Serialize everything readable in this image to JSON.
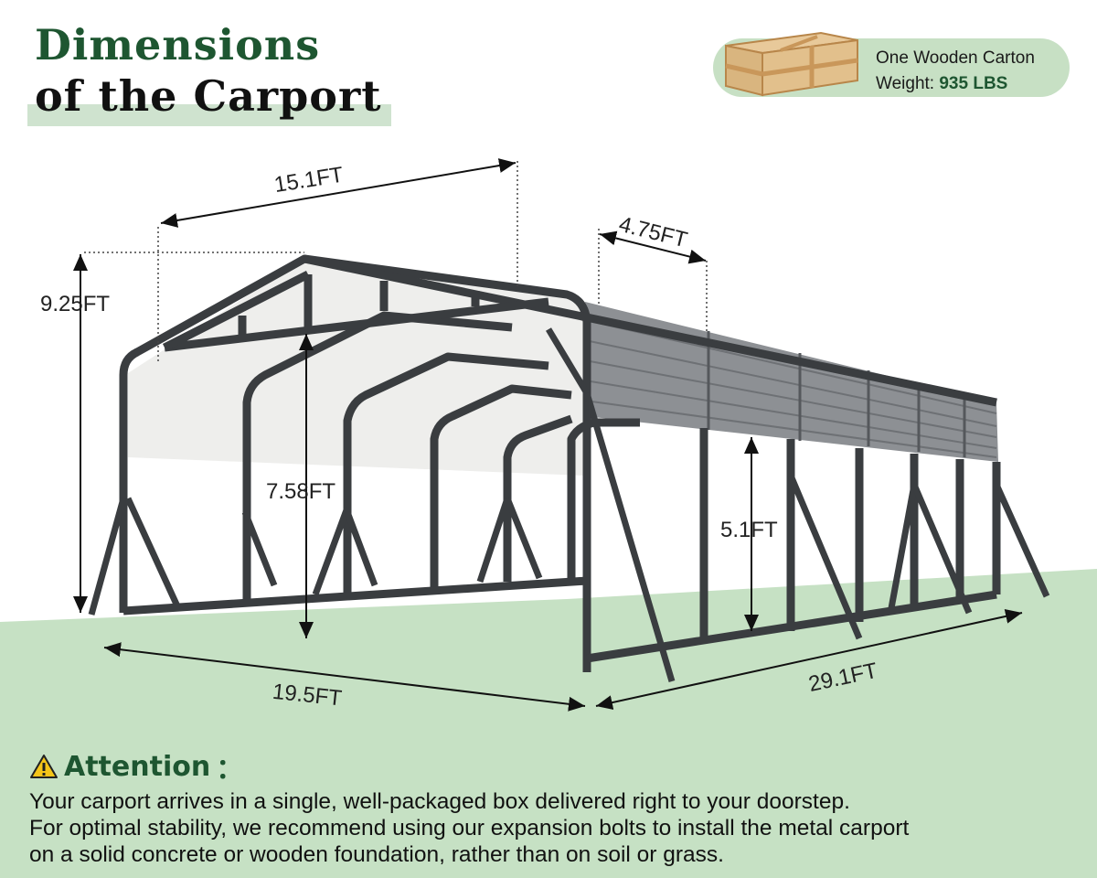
{
  "title": {
    "line1": "Dimensions",
    "line2": "of the Carport"
  },
  "carton": {
    "line1": "One Wooden Carton",
    "weight_label": "Weight:",
    "weight_value": "935 LBS"
  },
  "dimensions": {
    "width_top": "15.1FT",
    "panel_width": "4.75FT",
    "total_height": "9.25FT",
    "eave_height": "7.58FT",
    "side_height": "5.1FT",
    "width_bottom": "19.5FT",
    "length": "29.1FT"
  },
  "attention": {
    "heading": "Attention",
    "colon": "：",
    "lines": [
      "Your carport arrives in a single, well-packaged box delivered right to your doorstep.",
      "For optimal stability, we recommend using our expansion bolts to install the metal carport",
      "on a solid concrete or wooden foundation, rather than on soil or grass."
    ]
  },
  "colors": {
    "brand_green": "#1e5631",
    "ground": "#c6e1c4",
    "frame": "#3a3d40",
    "panel": "#8d9094"
  }
}
